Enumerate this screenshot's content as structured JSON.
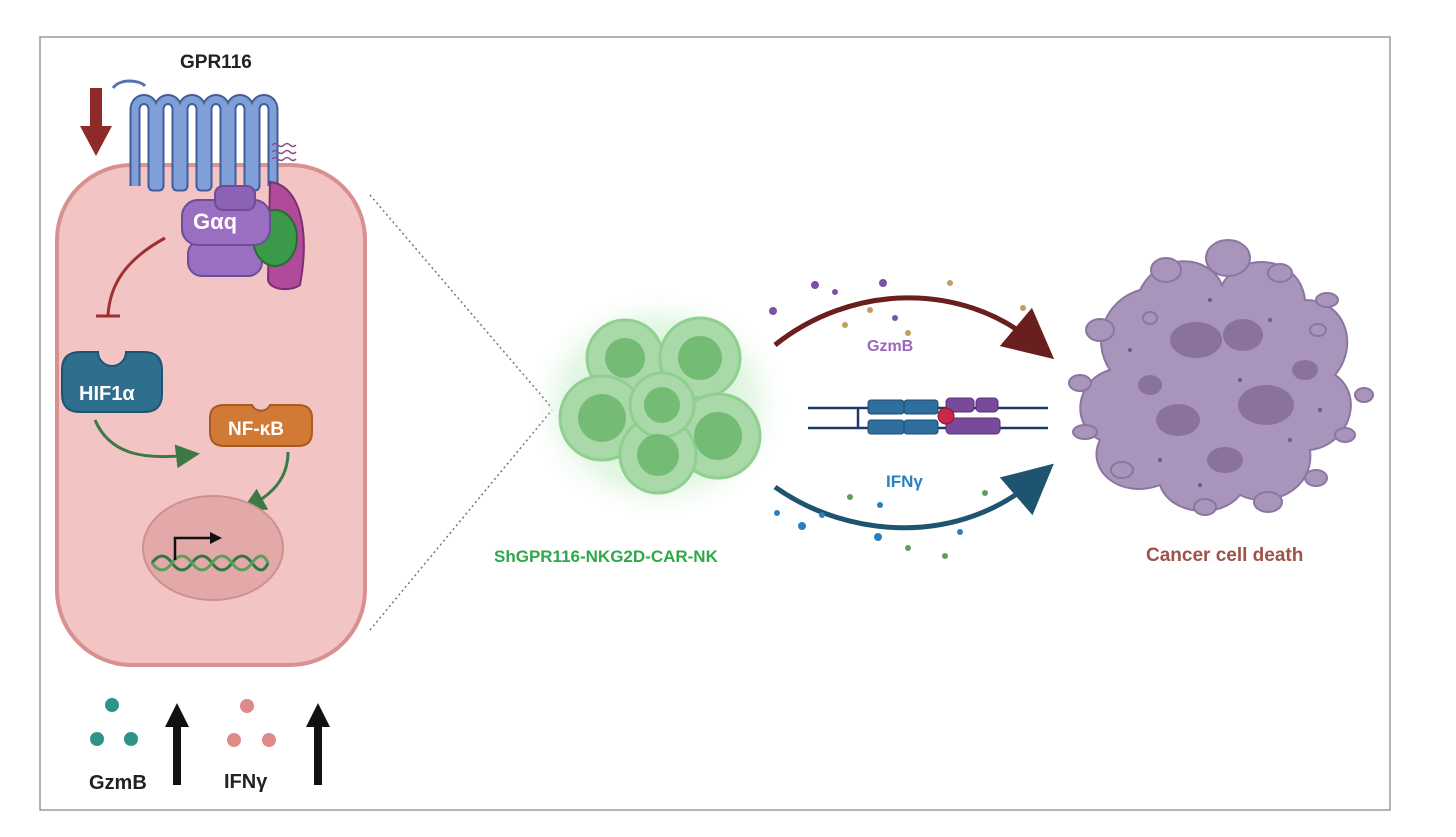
{
  "labels": {
    "receptor": "GPR116",
    "g_protein": "Gαq",
    "hif": "HIF1α",
    "nfkb": "NF-κB",
    "nk_cells": "ShGPR116-NKG2D-CAR-NK",
    "gzmb_arrow": "GzmB",
    "ifng_arrow": "IFNγ",
    "cancer": "Cancer cell death",
    "bottom_gzmb": "GzmB",
    "bottom_ifng": "IFNγ"
  },
  "colors": {
    "cell_fill": "#f2c4c4",
    "cell_stroke": "#d99090",
    "receptor": "#6f8fc8",
    "g_protein": "#9a6fc2",
    "gamma_subunit": "#3a9a4a",
    "beta_subunit": "#b04a9a",
    "hif": "#2e6f8e",
    "nfkb": "#d07a35",
    "nk_green": "#6ab26a",
    "nk_label": "#2fa84a",
    "gzmb_label": "#9a68b8",
    "ifng_label": "#2a7fc0",
    "cancer_fill": "#a995bb",
    "cancer_label": "#a0524a",
    "dark_red": "#8e2a2a",
    "teal_dot": "#2e9488",
    "pink_dot": "#dd8a88"
  }
}
